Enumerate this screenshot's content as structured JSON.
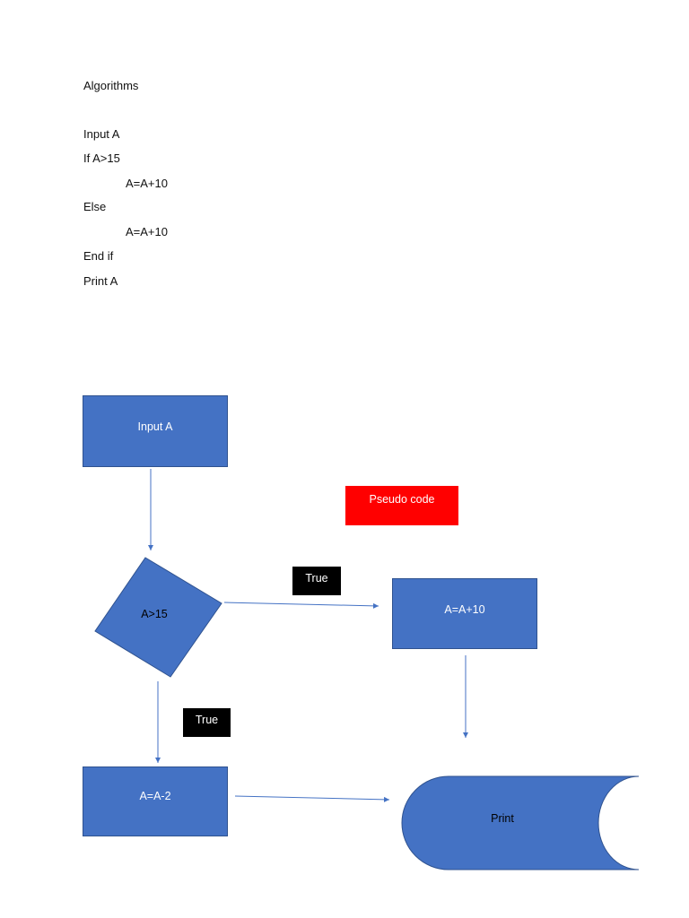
{
  "heading": "Algorithms",
  "pseudocode": [
    "Input A",
    "If A>15",
    "A=A+10",
    "Else",
    "A=A+10",
    "End if",
    "Print A"
  ],
  "flowchart": {
    "input_box": "Input A",
    "decision": "A>15",
    "true_label_right": "True",
    "true_label_down": "True",
    "process_right": "A=A+10",
    "process_down": "A=A-2",
    "output": "Print",
    "callout": "Pseudo code"
  },
  "colors": {
    "shape_fill": "#4472c4",
    "shape_border": "#2f528f",
    "arrow": "#4472c4",
    "callout": "#ff0000",
    "label_bg": "#000000"
  }
}
